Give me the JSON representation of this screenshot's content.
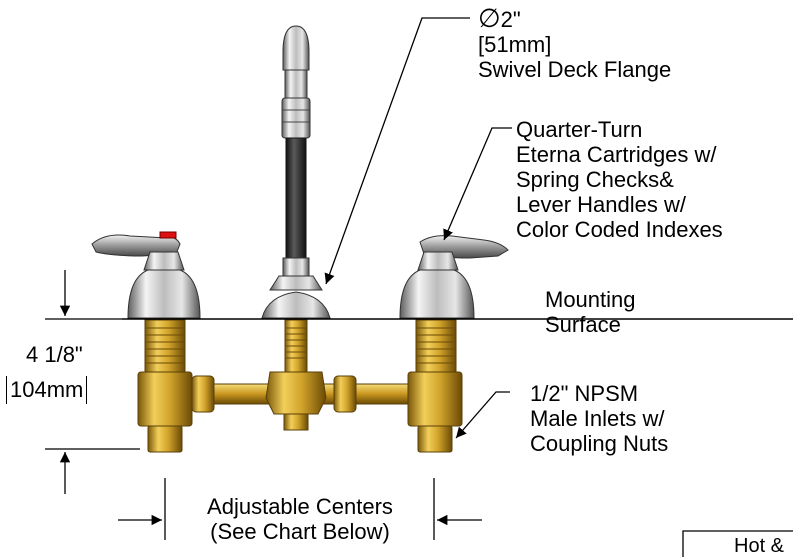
{
  "callouts": {
    "flange": {
      "symbol": "∅",
      "size": "2\"",
      "metric": "[51mm]",
      "name": "Swivel Deck Flange"
    },
    "cartridges": {
      "lines": [
        "Quarter-Turn",
        "Eterna Cartridges w/",
        "Spring Checks&",
        "Lever Handles w/",
        "Color Coded Indexes"
      ]
    },
    "mounting": {
      "lines": [
        "Mounting",
        "Surface"
      ]
    },
    "inlets": {
      "lines": [
        "1/2\" NPSM",
        "Male Inlets w/",
        "Coupling Nuts"
      ]
    }
  },
  "dimension_height": {
    "imperial": "4 1/8\"",
    "metric": "104mm"
  },
  "dimension_centers": {
    "lines": [
      "Adjustable Centers",
      "(See Chart Below)"
    ]
  },
  "chart_header_partial": "Hot &",
  "colors": {
    "chrome_light": "#e8e8e8",
    "chrome_dark": "#6a6a6a",
    "brass": "#d4a62a",
    "brass_dark": "#8a6510",
    "hose": "#2b2b2b"
  }
}
